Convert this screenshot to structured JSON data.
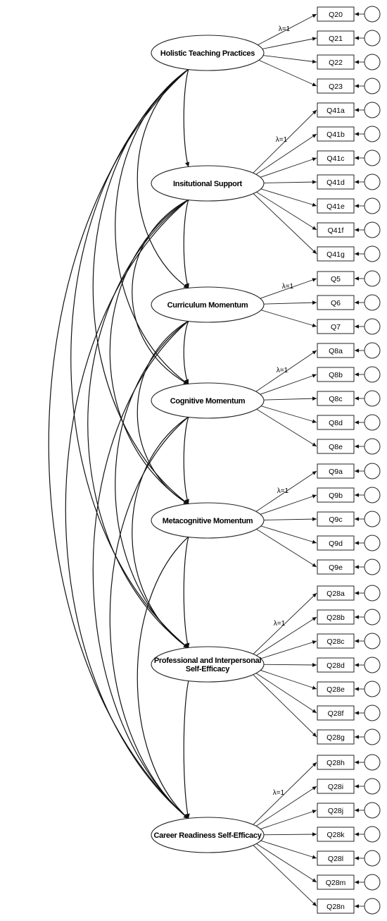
{
  "factors": [
    {
      "name": "Holistic Teaching Practices",
      "fixed_loading": "λ=1",
      "indicators": [
        "Q20",
        "Q21",
        "Q22",
        "Q23"
      ]
    },
    {
      "name": "Insitutional Support",
      "fixed_loading": "λ=1",
      "indicators": [
        "Q41a",
        "Q41b",
        "Q41c",
        "Q41d",
        "Q41e",
        "Q41f",
        "Q41g"
      ]
    },
    {
      "name": "Curriculum Momentum",
      "fixed_loading": "λ=1",
      "indicators": [
        "Q5",
        "Q6",
        "Q7"
      ]
    },
    {
      "name": "Cognitive Momentum",
      "fixed_loading": "λ=1",
      "indicators": [
        "Q8a",
        "Q8b",
        "Q8c",
        "Q8d",
        "Q8e"
      ]
    },
    {
      "name": "Metacognitive Momentum",
      "fixed_loading": "λ=1",
      "indicators": [
        "Q9a",
        "Q9b",
        "Q9c",
        "Q9d",
        "Q9e"
      ]
    },
    {
      "name": [
        "Professional and Interpersonal",
        "Self-Efficacy"
      ],
      "fixed_loading": "λ=1",
      "indicators": [
        "Q28a",
        "Q28b",
        "Q28c",
        "Q28d",
        "Q28e",
        "Q28f",
        "Q28g"
      ]
    },
    {
      "name": "Career Readiness Self-Efficacy",
      "fixed_loading": "λ=1",
      "indicators": [
        "Q28h",
        "Q28i",
        "Q28j",
        "Q28k",
        "Q28l",
        "Q28m",
        "Q28n"
      ]
    }
  ]
}
